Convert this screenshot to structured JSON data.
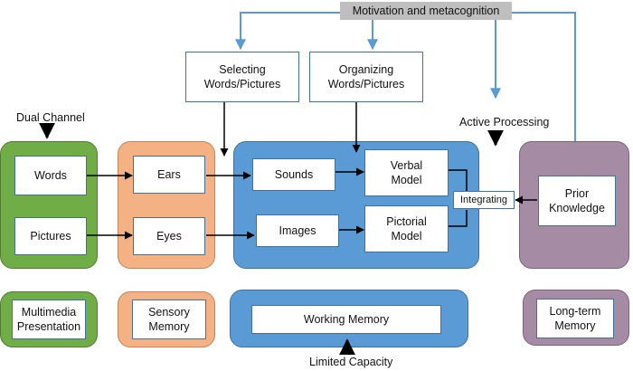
{
  "top_bar": {
    "motivation": "Motivation and metacognition"
  },
  "process_boxes": {
    "selecting": "Selecting\nWords/Pictures",
    "organizing": "Organizing\nWords/Pictures"
  },
  "labels": {
    "dual_channel": "Dual Channel",
    "active_processing": "Active Processing",
    "limited_capacity": "Limited Capacity"
  },
  "multimedia": {
    "words": "Words",
    "pictures": "Pictures"
  },
  "sensory": {
    "ears": "Ears",
    "eyes": "Eyes"
  },
  "working": {
    "sounds": "Sounds",
    "images": "Images",
    "verbal_model": "Verbal\nModel",
    "pictorial_model": "Pictorial\nModel"
  },
  "integrating": "Integrating",
  "long_term": {
    "prior_knowledge": "Prior\nKnowledge"
  },
  "legend": {
    "multimedia_presentation": "Multimedia\nPresentation",
    "sensory_memory": "Sensory\nMemory",
    "working_memory": "Working Memory",
    "long_term_memory": "Long-term\nMemory"
  },
  "colors": {
    "multimedia": "#70ad47",
    "sensory": "#f4b183",
    "working": "#5b9bd5",
    "long_term": "#a68ba4",
    "feedback_arrows": "#5b9bd5",
    "top_bar": "#bfbfbf"
  }
}
